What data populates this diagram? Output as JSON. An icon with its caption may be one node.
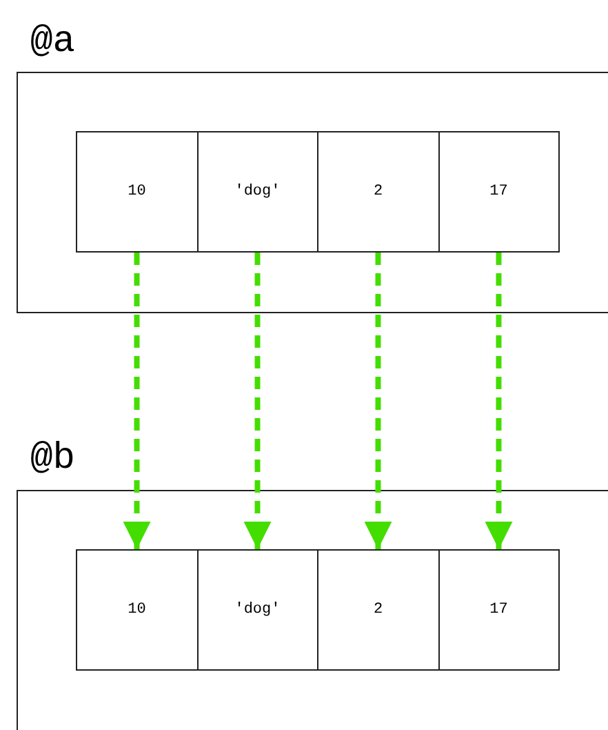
{
  "diagram": {
    "nodes": [
      {
        "text": [
          "@a"
        ]
      },
      {
        "text": [
          "10"
        ],
        "in": 0
      },
      {
        "text": [
          "'dog'"
        ],
        "in": 0
      },
      {
        "text": [
          "2"
        ],
        "in": 0
      },
      {
        "text": [
          "17"
        ],
        "in": 0
      },
      {
        "text": [
          "@b"
        ]
      },
      {
        "text": [
          "10"
        ],
        "in": 5
      },
      {
        "text": [
          "'dog'"
        ],
        "in": 5
      },
      {
        "text": [
          "2"
        ],
        "in": 5
      },
      {
        "text": [
          "17"
        ],
        "in": 5
      }
    ],
    "edges": [
      {
        "from": 1,
        "to": 6,
        "arrow": "to",
        "style": "dashed"
      },
      {
        "from": 2,
        "to": 7,
        "arrow": "to",
        "style": "dashed"
      },
      {
        "from": 3,
        "to": 8,
        "arrow": "to",
        "style": "dashed"
      },
      {
        "from": 4,
        "to": 9,
        "arrow": "to",
        "style": "dashed"
      }
    ]
  }
}
